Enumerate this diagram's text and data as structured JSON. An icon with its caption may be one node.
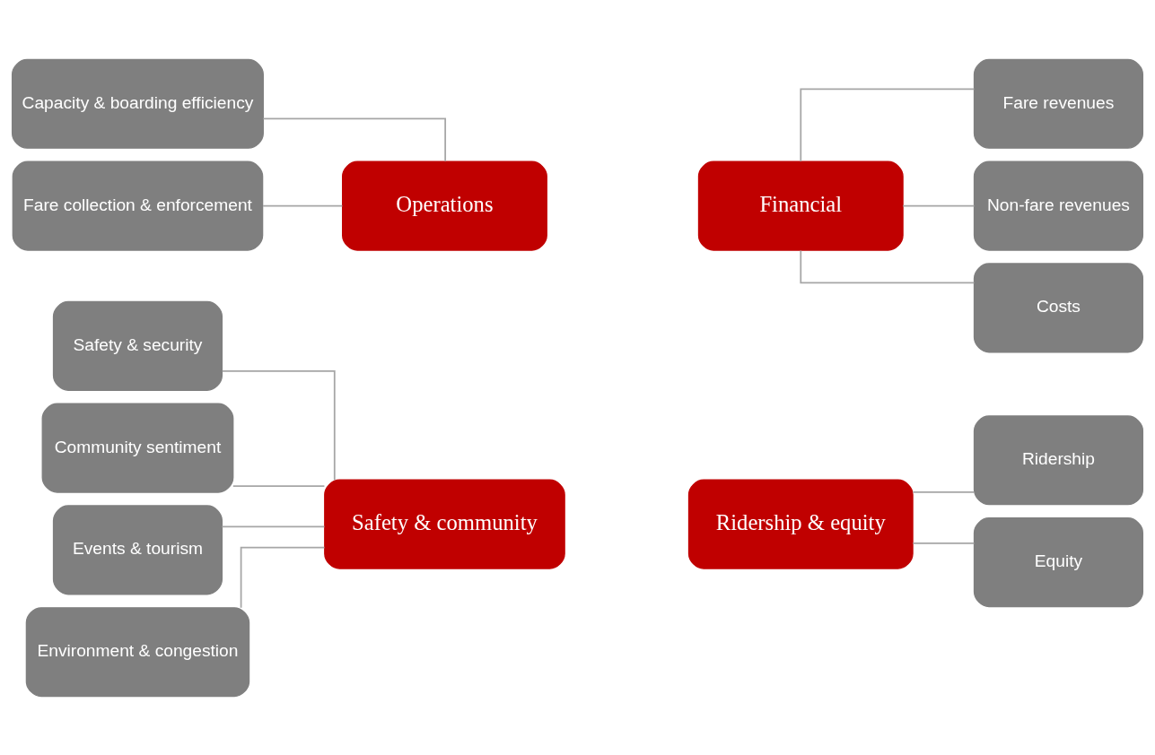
{
  "diagram": {
    "nodes": [
      {
        "text": [
          "Safety & security"
        ]
      },
      {
        "text": [
          "Community sentiment"
        ]
      },
      {
        "text": [
          "Events & tourism"
        ]
      },
      {
        "text": [
          "Environment & congestion"
        ]
      },
      {
        "text": [
          "Capacity & boarding efficiency"
        ]
      },
      {
        "text": [
          "Fare collection & enforcement"
        ]
      },
      {
        "text": [
          "Safety & community"
        ]
      },
      {
        "text": [
          "Ridership & equity"
        ]
      },
      {
        "text": [
          "Operations"
        ]
      },
      {
        "text": [
          "Financial"
        ]
      },
      {
        "text": [
          "Ridership"
        ]
      },
      {
        "text": [
          "Equity"
        ]
      },
      {
        "text": [
          "Fare revenues"
        ]
      },
      {
        "text": [
          "Non-fare revenues"
        ]
      },
      {
        "text": [
          "Costs"
        ]
      }
    ],
    "edges": [
      {
        "from": 0,
        "to": 6,
        "arrow": "none"
      },
      {
        "from": 1,
        "to": 6,
        "arrow": "none"
      },
      {
        "from": 2,
        "to": 6,
        "arrow": "none"
      },
      {
        "from": 3,
        "to": 6,
        "arrow": "none"
      },
      {
        "from": 4,
        "to": 8,
        "arrow": "none"
      },
      {
        "from": 5,
        "to": 8,
        "arrow": "none"
      },
      {
        "from": 7,
        "to": 10,
        "arrow": "none"
      },
      {
        "from": 7,
        "to": 11,
        "arrow": "none"
      },
      {
        "from": 9,
        "to": 12,
        "arrow": "none"
      },
      {
        "from": 9,
        "to": 13,
        "arrow": "none"
      },
      {
        "from": 9,
        "to": 14,
        "arrow": "none"
      }
    ]
  }
}
